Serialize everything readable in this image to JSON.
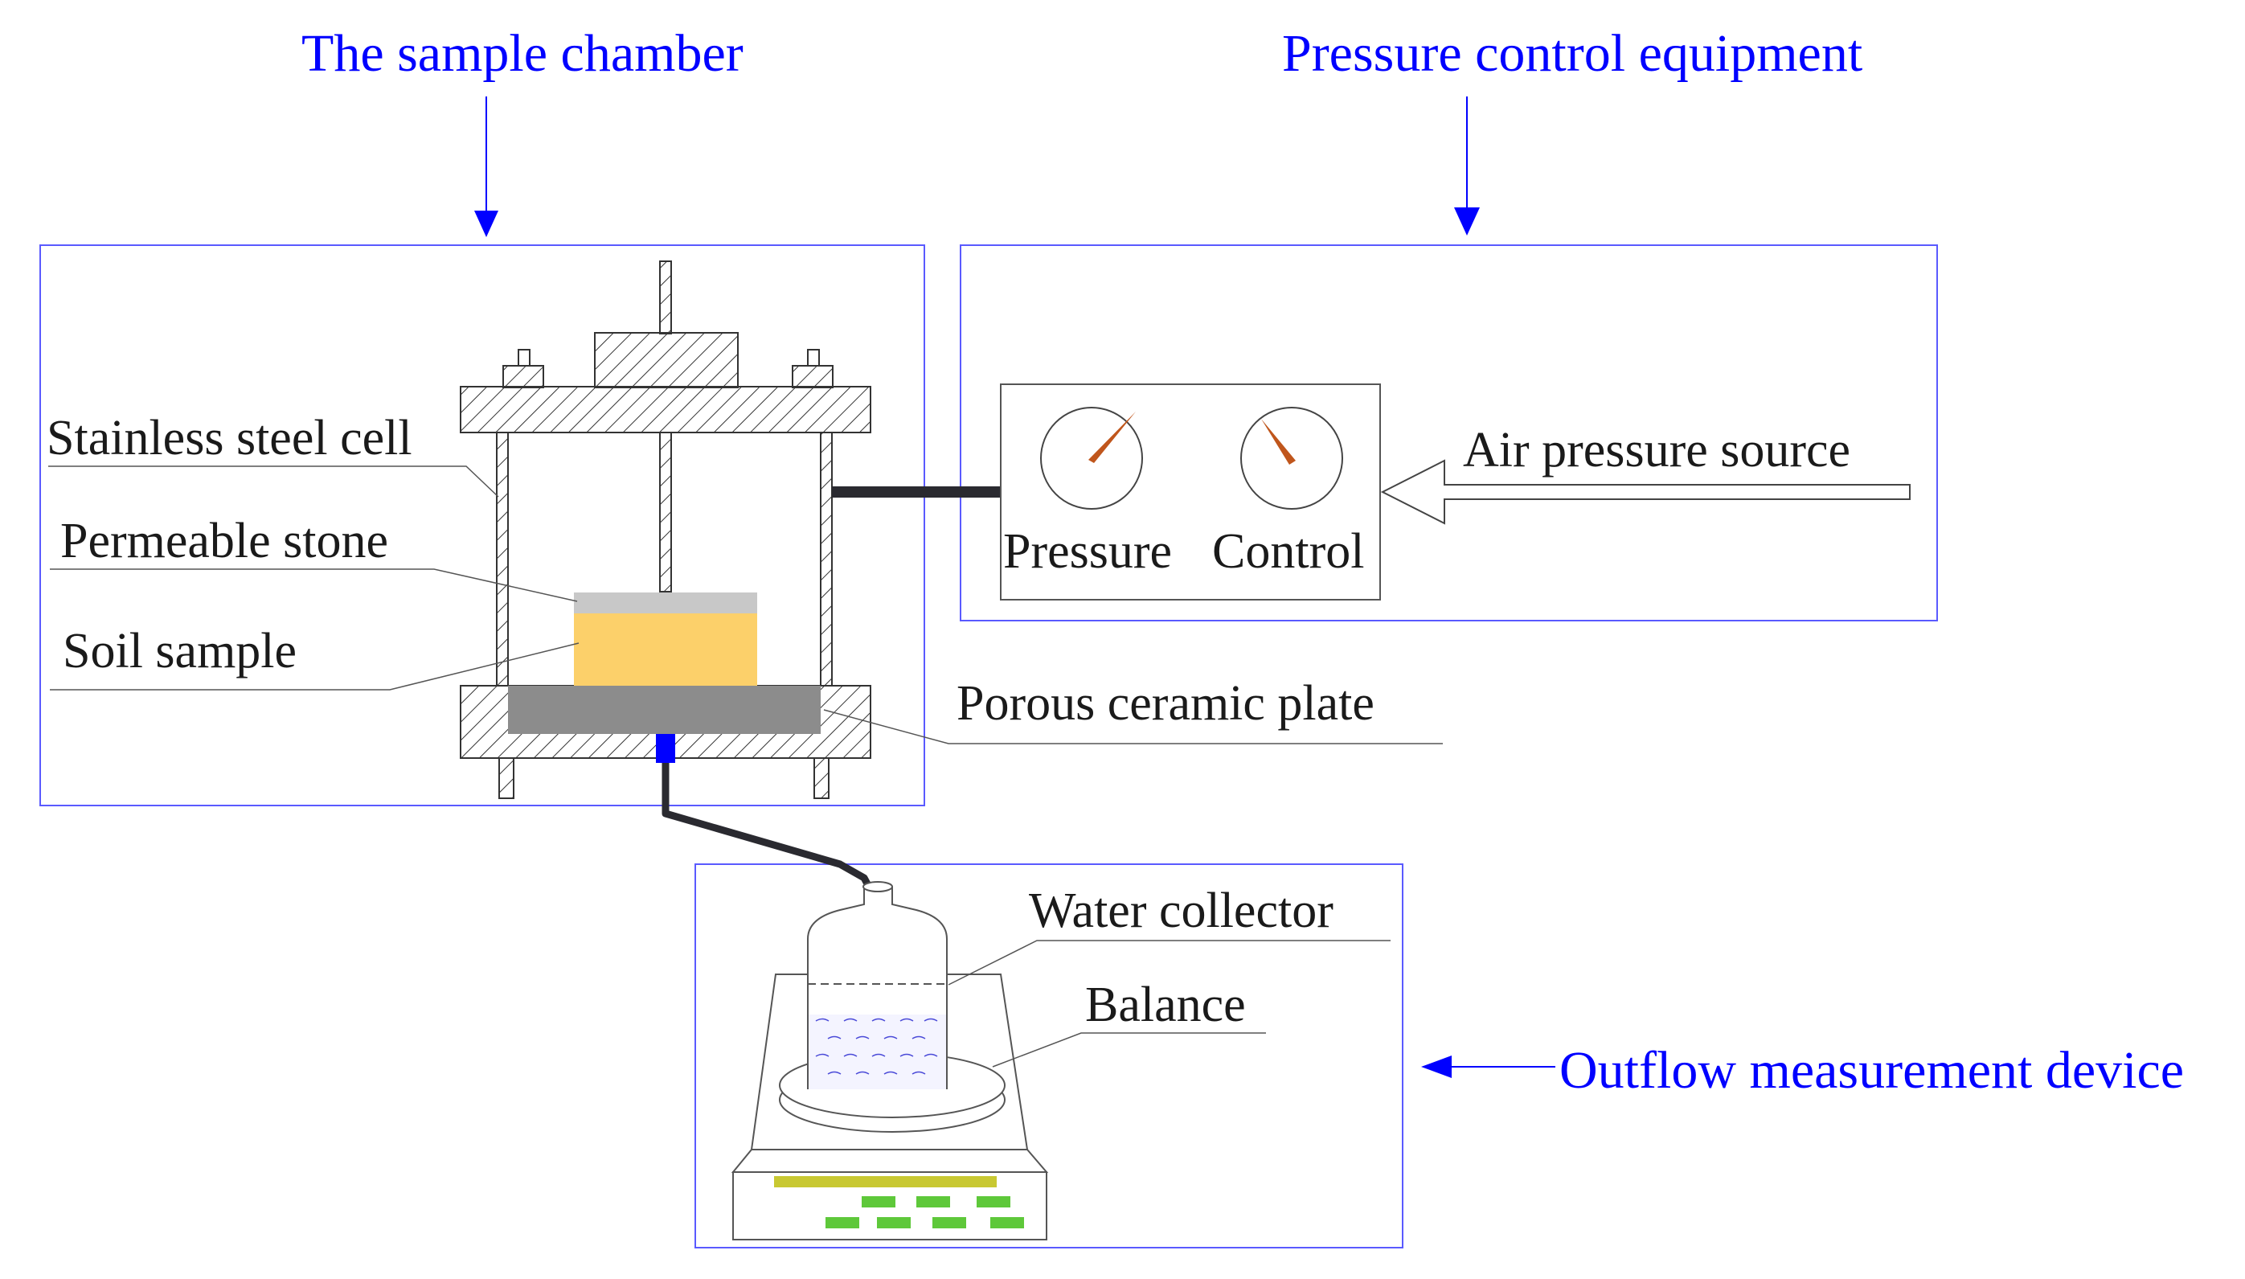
{
  "titles": {
    "sample_chamber": "The sample chamber",
    "pressure_control": "Pressure control equipment",
    "outflow": "Outflow measurement device"
  },
  "labels": {
    "stainless_cell": "Stainless steel cell",
    "permeable_stone": "Permeable stone",
    "soil_sample": "Soil sample",
    "porous_plate": "Porous ceramic plate",
    "air_source": "Air pressure source",
    "pressure": "Pressure",
    "control": "Control",
    "water_collector": "Water collector",
    "balance": "Balance"
  },
  "colors": {
    "annotation_blue": "#0000ff",
    "soil": "#fcd06a",
    "stone": "#c8c8c8",
    "ceramic": "#8c8c8c",
    "gauge_needle": "#c0561c",
    "balance_display": "#c8c832",
    "balance_keys": "#5ec83a"
  }
}
